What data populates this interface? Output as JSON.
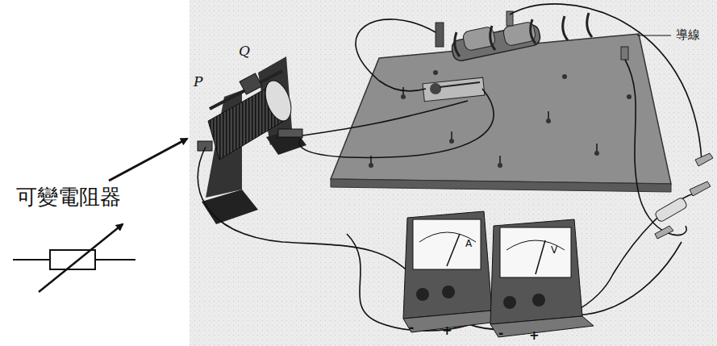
{
  "diagram": {
    "labels": [
      "Q",
      "導線",
      "P",
      "A",
      "V",
      "可變電阻器",
      "-",
      "+",
      "-",
      "+"
    ]
  }
}
